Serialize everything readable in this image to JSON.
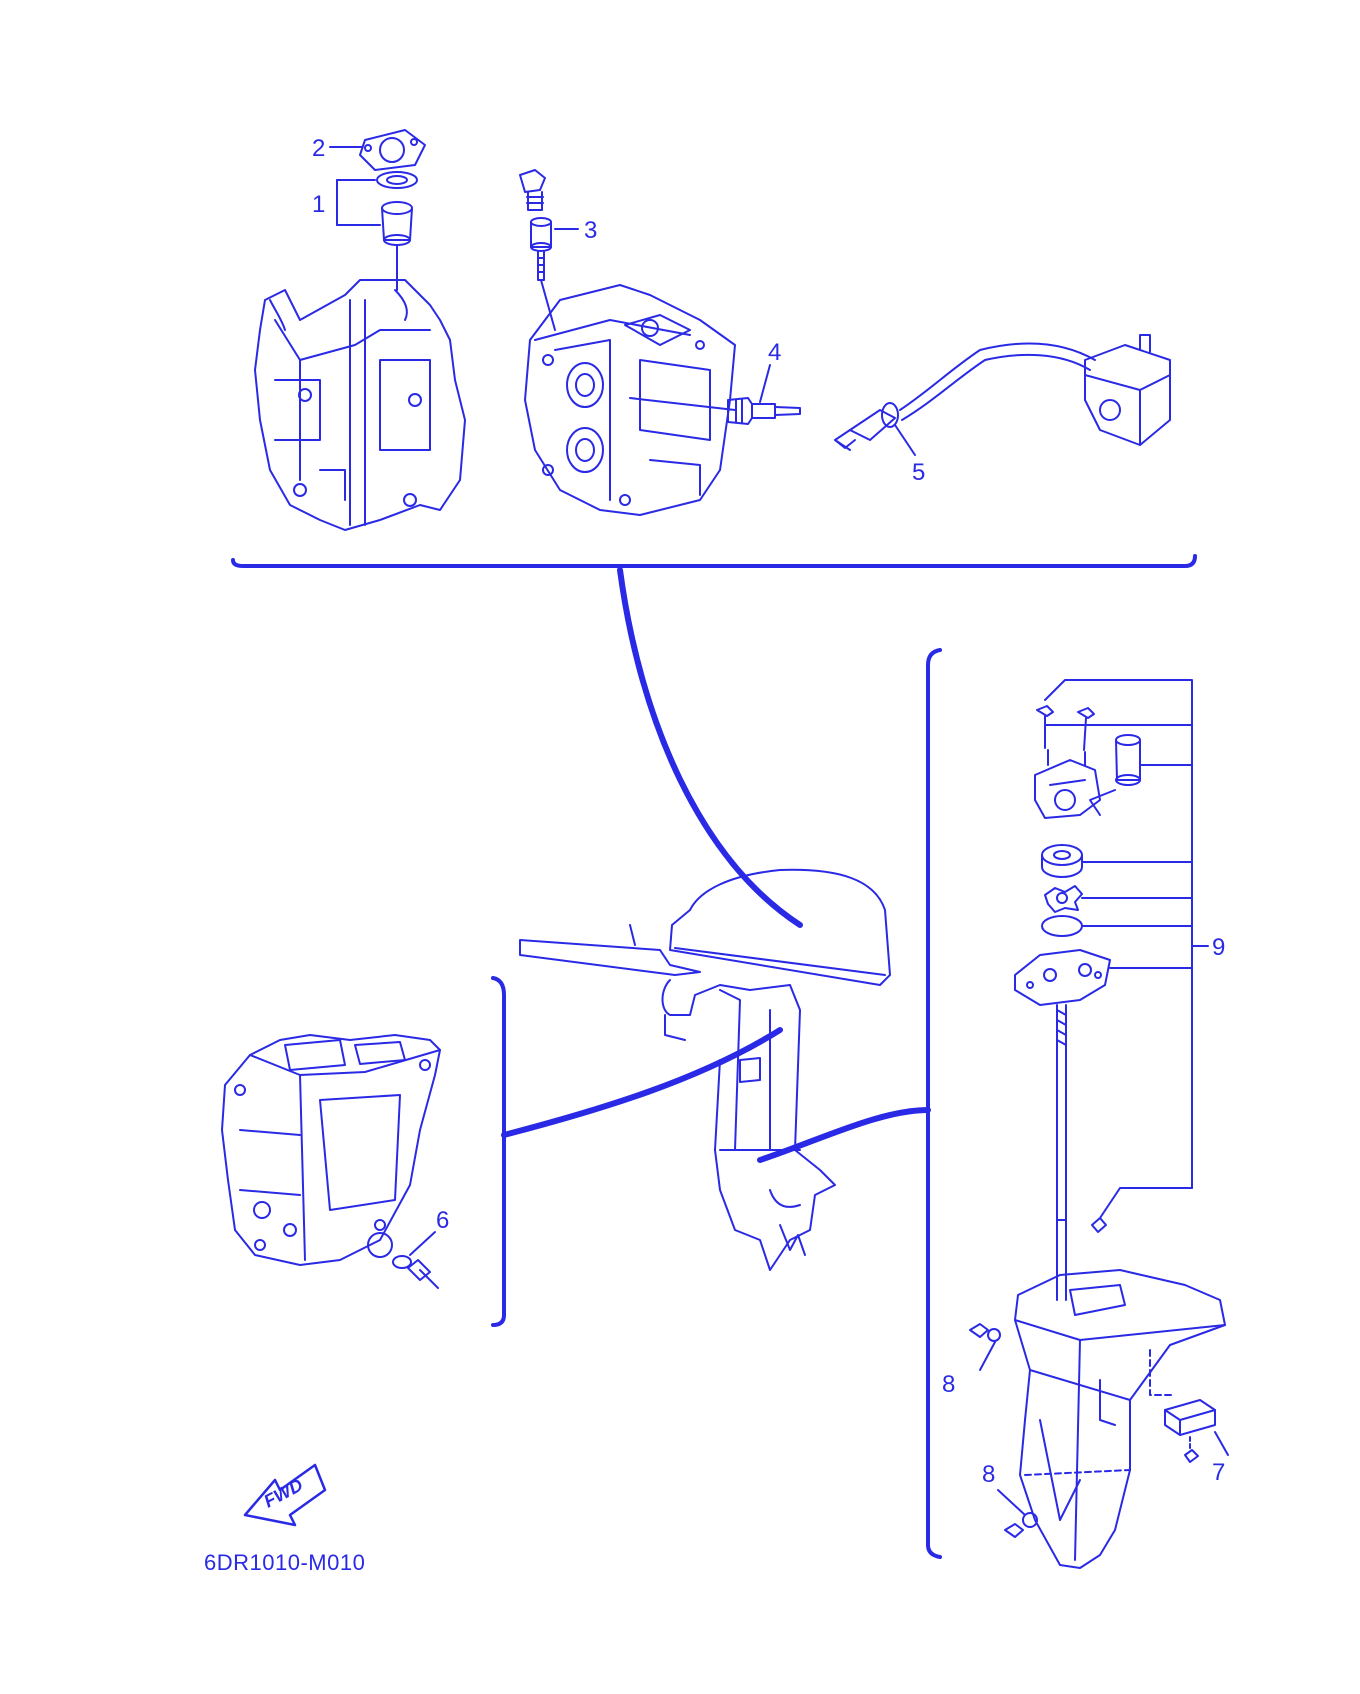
{
  "colors": {
    "line": "#2a2ae6",
    "background": "#ffffff"
  },
  "callouts": {
    "c1": "1",
    "c2": "2",
    "c3": "3",
    "c4": "4",
    "c5": "5",
    "c6": "6",
    "c7": "7",
    "c8a": "8",
    "c8b": "8",
    "c9": "9"
  },
  "fwd_badge": "FWD",
  "diagram_code": "6DR1010-M010"
}
